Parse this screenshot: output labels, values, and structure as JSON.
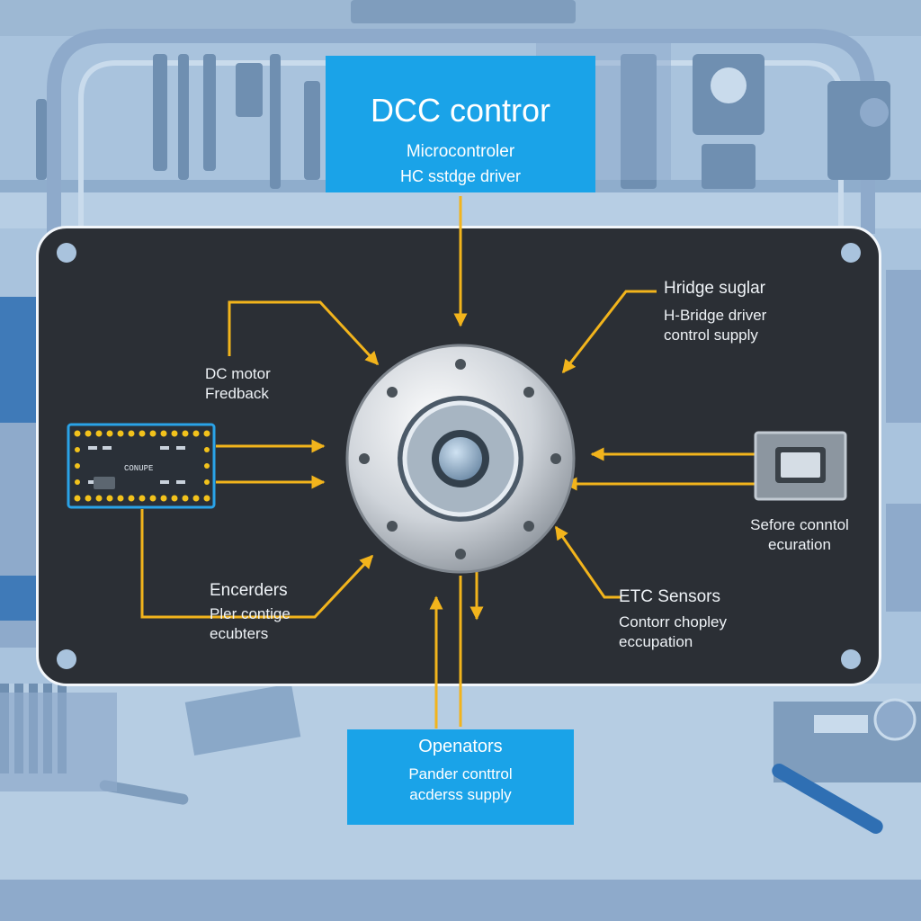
{
  "top_box": {
    "title": "DCC contror",
    "line1": "Microcontroler",
    "line2": "HC sstdge driver"
  },
  "left_upper": {
    "line1": "DC motor",
    "line2": "Fredback"
  },
  "right_upper": {
    "title": "Hridge suglar",
    "line1": "H-Bridge driver",
    "line2": "control supply"
  },
  "left_lower": {
    "title": "Encerders",
    "line1": "Pler contige",
    "line2": "ecubters"
  },
  "right_mid": {
    "line1": "Sefore conntol",
    "line2": "ecuration"
  },
  "right_lower": {
    "title": "ETC Sensors",
    "line1": "Contorr chopley",
    "line2": "eccupation"
  },
  "bottom_box": {
    "title": "Openators",
    "line1": "Pander conttrol",
    "line2": "acderss supply"
  },
  "chip_label": "CONUPE",
  "colors": {
    "panel": "#2b2f35",
    "accent_box": "#1aa3e8",
    "arrow": "#f2b41c",
    "background": "#a9c3dd"
  }
}
